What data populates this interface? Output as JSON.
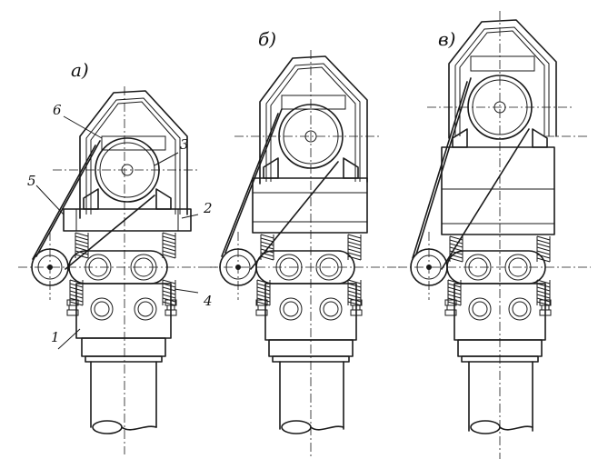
{
  "figure": {
    "variants": [
      {
        "label": "а)",
        "id": "a"
      },
      {
        "label": "б)",
        "id": "b"
      },
      {
        "label": "в)",
        "id": "v"
      }
    ],
    "callouts": [
      "1",
      "2",
      "3",
      "4",
      "5",
      "6"
    ]
  }
}
